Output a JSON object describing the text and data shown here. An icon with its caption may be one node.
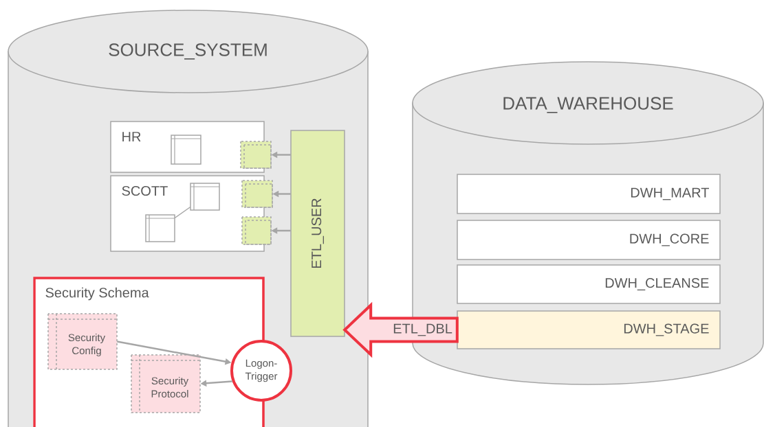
{
  "diagram": {
    "nodes": [
      {
        "text": [
          "SOURCE_SYSTEM"
        ]
      },
      {
        "text": [
          "HR"
        ],
        "in": 0
      },
      {
        "text": [],
        "shape": "box",
        "in": 1
      },
      {
        "text": [
          "SCOTT"
        ],
        "in": 0
      },
      {
        "text": [],
        "shape": "box",
        "in": 3
      },
      {
        "text": [],
        "shape": "box",
        "in": 3
      },
      {
        "text": [],
        "shape": "box",
        "in": 0
      },
      {
        "text": [],
        "shape": "box",
        "in": 0
      },
      {
        "text": [],
        "shape": "box",
        "in": 0
      },
      {
        "text": [
          "ETL_USER"
        ],
        "in": 0
      },
      {
        "text": [
          "Security Schema"
        ],
        "in": 0
      },
      {
        "text": [
          "Security Config"
        ],
        "in": 10
      },
      {
        "text": [
          "Security Protocol"
        ],
        "in": 10
      },
      {
        "text": [
          "Logon-Trigger"
        ],
        "in": 0
      },
      {
        "text": [
          "DATA_WAREHOUSE"
        ]
      },
      {
        "text": [
          "DWH_MART"
        ],
        "in": 14
      },
      {
        "text": [
          "DWH_CORE"
        ],
        "in": 14
      },
      {
        "text": [
          "DWH_CLEANSE"
        ],
        "in": 14
      },
      {
        "text": [
          "DWH_STAGE"
        ],
        "in": 14
      }
    ],
    "edges": [
      {
        "from": 5,
        "to": 4,
        "arrow": "none"
      },
      {
        "from": 9,
        "to": 6,
        "arrow": "to"
      },
      {
        "from": 9,
        "to": 7,
        "arrow": "to"
      },
      {
        "from": 9,
        "to": 8,
        "arrow": "to"
      },
      {
        "from": 11,
        "to": 13,
        "arrow": "to"
      },
      {
        "from": 13,
        "to": 12,
        "arrow": "to"
      },
      {
        "from": 18,
        "to": 9,
        "arrow": "to",
        "label": "ETL_DBL",
        "style": "thick",
        "color": "#ee3340"
      }
    ]
  }
}
